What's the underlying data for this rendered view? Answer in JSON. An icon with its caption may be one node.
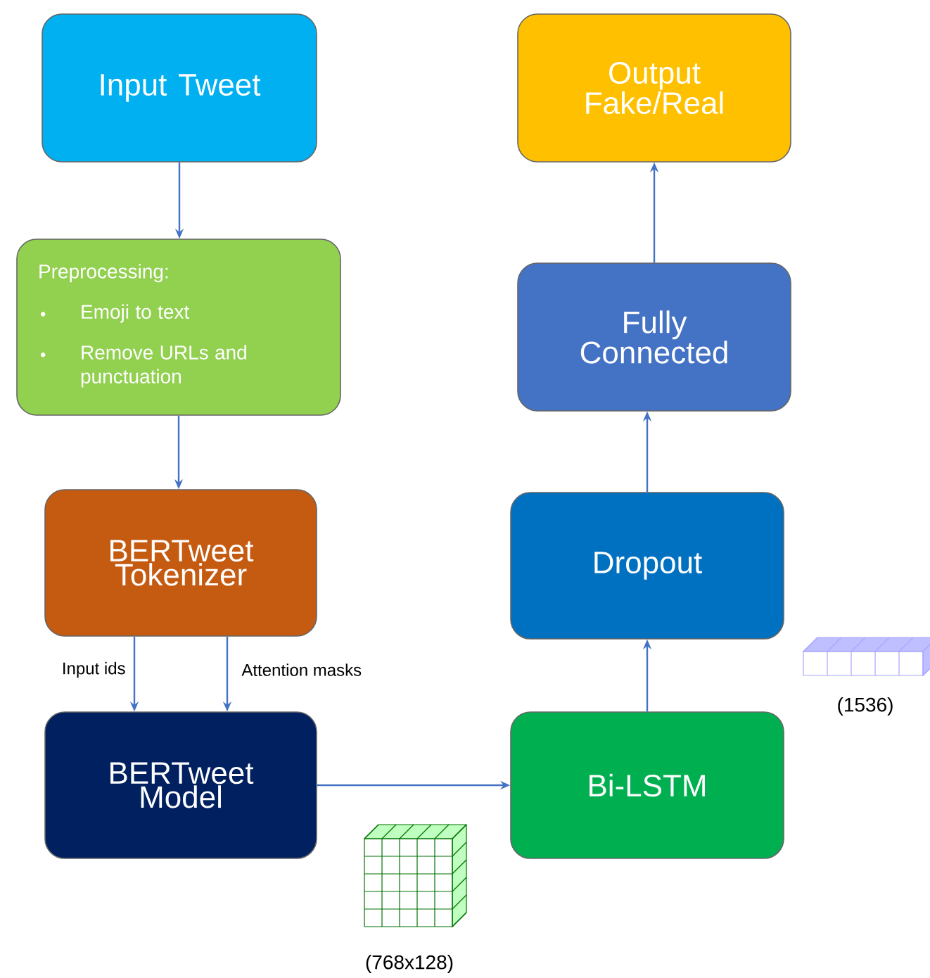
{
  "diagram": {
    "nodes": [
      {
        "text": [
          "Input Tweet"
        ]
      },
      {
        "text": [
          "Preprocessing:",
          "Emoji to text",
          "Remove URLs and punctuation"
        ]
      },
      {
        "text": [
          "BERTweet Tokenizer"
        ]
      },
      {
        "text": [
          "BERTweet Model"
        ]
      },
      {
        "text": [
          "Bi-LSTM"
        ]
      },
      {
        "text": [
          "Dropout"
        ]
      },
      {
        "text": [
          "Fully Connected"
        ]
      },
      {
        "text": [
          "Output Fake/Real"
        ]
      }
    ],
    "edges": [
      {
        "from": 0,
        "to": 1,
        "arrow": "to"
      },
      {
        "from": 1,
        "to": 2,
        "arrow": "to"
      },
      {
        "from": 2,
        "to": 3,
        "arrow": "to",
        "label": "Input ids"
      },
      {
        "from": 2,
        "to": 3,
        "arrow": "to",
        "label": "Attention masks"
      },
      {
        "from": 3,
        "to": 4,
        "arrow": "to"
      },
      {
        "from": 4,
        "to": 5,
        "arrow": "to"
      },
      {
        "from": 5,
        "to": 6,
        "arrow": "to"
      },
      {
        "from": 6,
        "to": 7,
        "arrow": "to"
      }
    ],
    "labels": [
      "(1536)",
      "(768x128)"
    ]
  }
}
